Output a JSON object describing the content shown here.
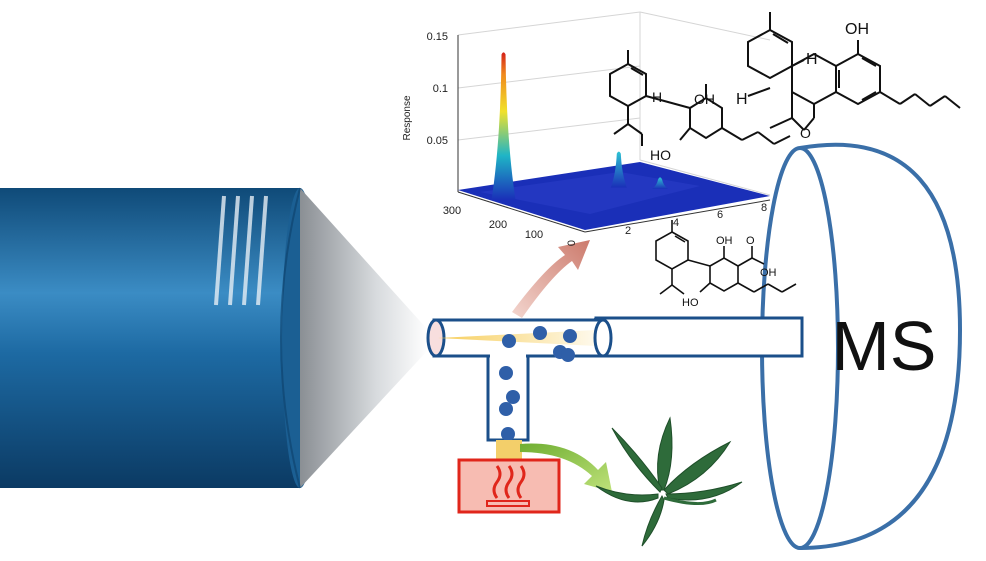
{
  "colors": {
    "probe_blue": "#1f6aa0",
    "tube_outline": "#1b4f8a",
    "bead_blue": "#2f5fa8",
    "heater_red": "#e0261b",
    "heater_fill": "#f7bcb2",
    "arrow_red": "#d98a7f",
    "arrow_green": "#8cc63f",
    "leaf_green": "#2e6b3a",
    "ms_outline": "#3a6fa8",
    "surface_base": "#1a2fb8"
  },
  "ms": {
    "label": "MS"
  },
  "chart_data": {
    "type": "surface",
    "ylabel": "Response",
    "z_ticks": [
      "0.15",
      "0.1",
      "0.05"
    ],
    "x_ticks": [
      "0",
      "2",
      "4",
      "6",
      "8"
    ],
    "y_ticks": [
      "300",
      "200",
      "100"
    ],
    "zlim": [
      0,
      0.16
    ],
    "peaks": [
      {
        "x": 0.4,
        "y": 250,
        "z": 0.15
      },
      {
        "x": 4.6,
        "y": 200,
        "z": 0.035
      },
      {
        "x": 5.6,
        "y": 150,
        "z": 0.01
      }
    ]
  },
  "molecules": {
    "thc": {
      "oh": "OH",
      "h1": "H",
      "h2": "H"
    },
    "cbd": {
      "oh_top": "OH",
      "ho_bottom": "HO",
      "h": "H"
    },
    "thca": {
      "oh_top": "OH",
      "ho_bottom": "HO",
      "oh_acid": "OH",
      "carbonyl": "O"
    }
  },
  "icons": [
    "ms-probe-icon",
    "t-tube-icon",
    "heater-icon",
    "cannabis-leaf-icon",
    "ms-inlet-icon"
  ]
}
